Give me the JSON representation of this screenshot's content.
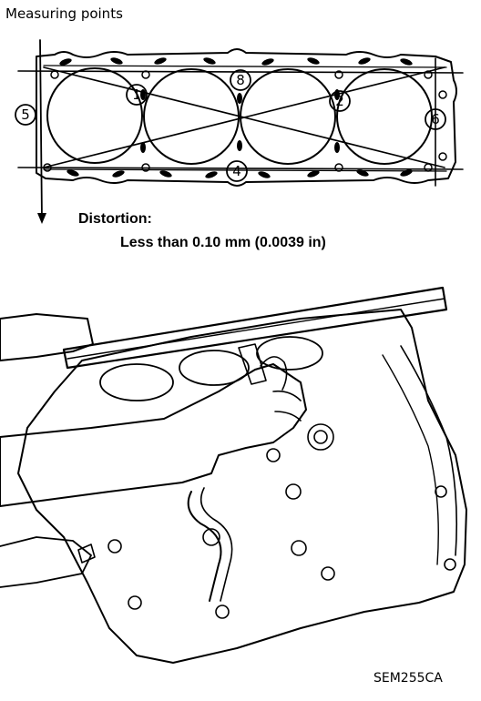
{
  "header": {
    "title": "Measuring points"
  },
  "spec": {
    "label": "Distortion:",
    "value": "Less than 0.10 mm (0.0039 in)"
  },
  "points": [
    "1",
    "2",
    "4",
    "5",
    "6",
    "8"
  ],
  "footer": {
    "figure_id": "SEM255CA"
  }
}
